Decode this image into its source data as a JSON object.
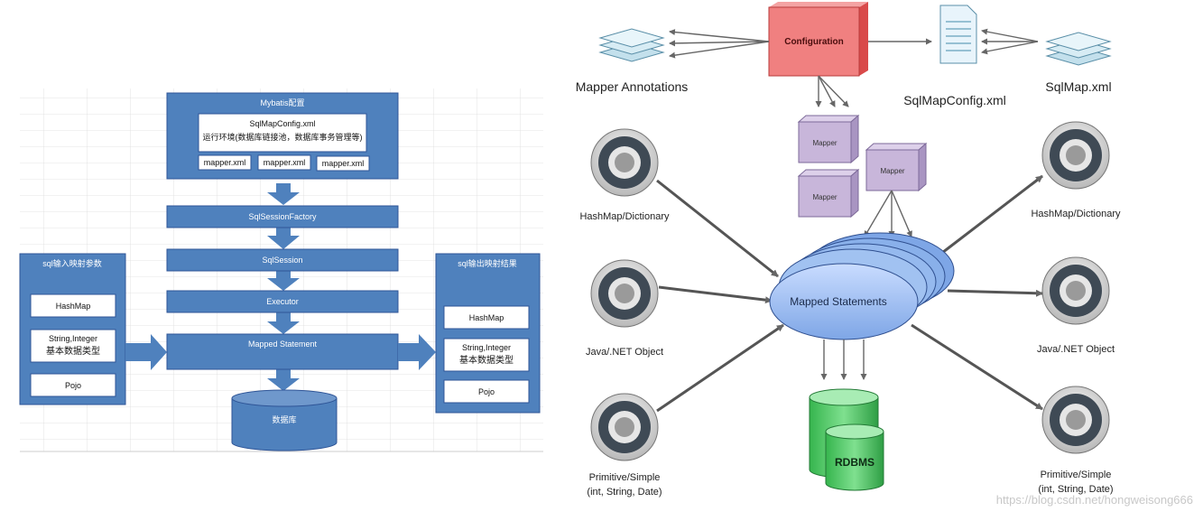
{
  "left": {
    "config": {
      "title": "Mybatis配置",
      "file": "SqlMapConfig.xml",
      "env": "运行环境(数据库链接池，数据库事务管理等)",
      "mappers": [
        "mapper.xml",
        "mapper.xml",
        "mapper.xml"
      ]
    },
    "flow": {
      "factory": "SqlSessionFactory",
      "session": "SqlSession",
      "executor": "Executor",
      "mapped": "Mapped Statement",
      "db": "数据库"
    },
    "input": {
      "title": "sql输入映射参数",
      "hashmap": "HashMap",
      "types": "String,Integer",
      "basic": "基本数据类型",
      "pojo": "Pojo"
    },
    "output": {
      "title": "sql输出映射结果",
      "hashmap": "HashMap",
      "types": "String,Integer",
      "basic": "基本数据类型",
      "pojo": "Pojo"
    }
  },
  "right": {
    "configuration": "Configuration",
    "mapper_annotations": "Mapper Annotations",
    "sqlmapconfig": "SqlMapConfig.xml",
    "sqlmap": "SqlMap.xml",
    "mapper": "Mapper",
    "mapped_statements": "Mapped Statements",
    "rdbms": "RDBMS",
    "inputs": {
      "hashmap": "HashMap/Dictionary",
      "object": "Java/.NET Object",
      "primitive_1": "Primitive/Simple",
      "primitive_2": "(int, String, Date)"
    },
    "outputs": {
      "hashmap": "HashMap/Dictionary",
      "object": "Java/.NET Object",
      "primitive_1": "Primitive/Simple",
      "primitive_2": "(int, String, Date)"
    },
    "watermark": "https://blog.csdn.net/hongweisong666"
  },
  "colors": {
    "blue_box": "#4f81bd",
    "blue_border": "#2f5597",
    "config_red": "#f08080",
    "mapper_purple": "#c8b6da",
    "db_green": "#4fce68",
    "ellipse_blue": "#9fbfee"
  }
}
